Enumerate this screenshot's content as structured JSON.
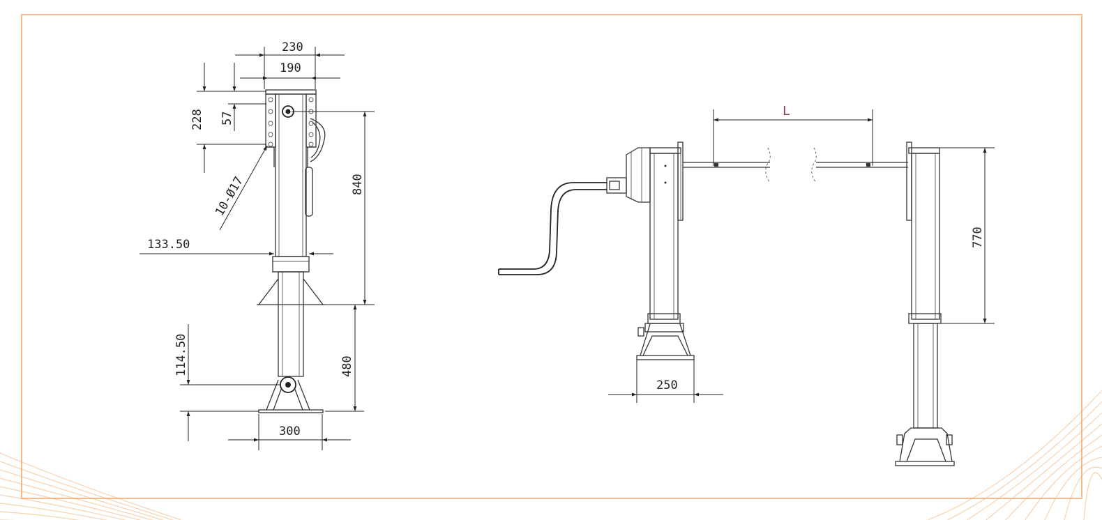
{
  "colors": {
    "frame": "#f0a566",
    "line": "#333333",
    "label_L": "#8a3c5e",
    "stripes": "#f6d2b0"
  },
  "front_view": {
    "dim_230": "230",
    "dim_190": "190",
    "dim_228": "228",
    "dim_57": "57",
    "dim_holes": "10-Ø17",
    "dim_840": "840",
    "dim_133_50": "133.50",
    "dim_480": "480",
    "dim_114_50": "114.50",
    "dim_300": "300"
  },
  "side_view": {
    "dim_L": "L",
    "dim_250": "250",
    "dim_770": "770"
  }
}
